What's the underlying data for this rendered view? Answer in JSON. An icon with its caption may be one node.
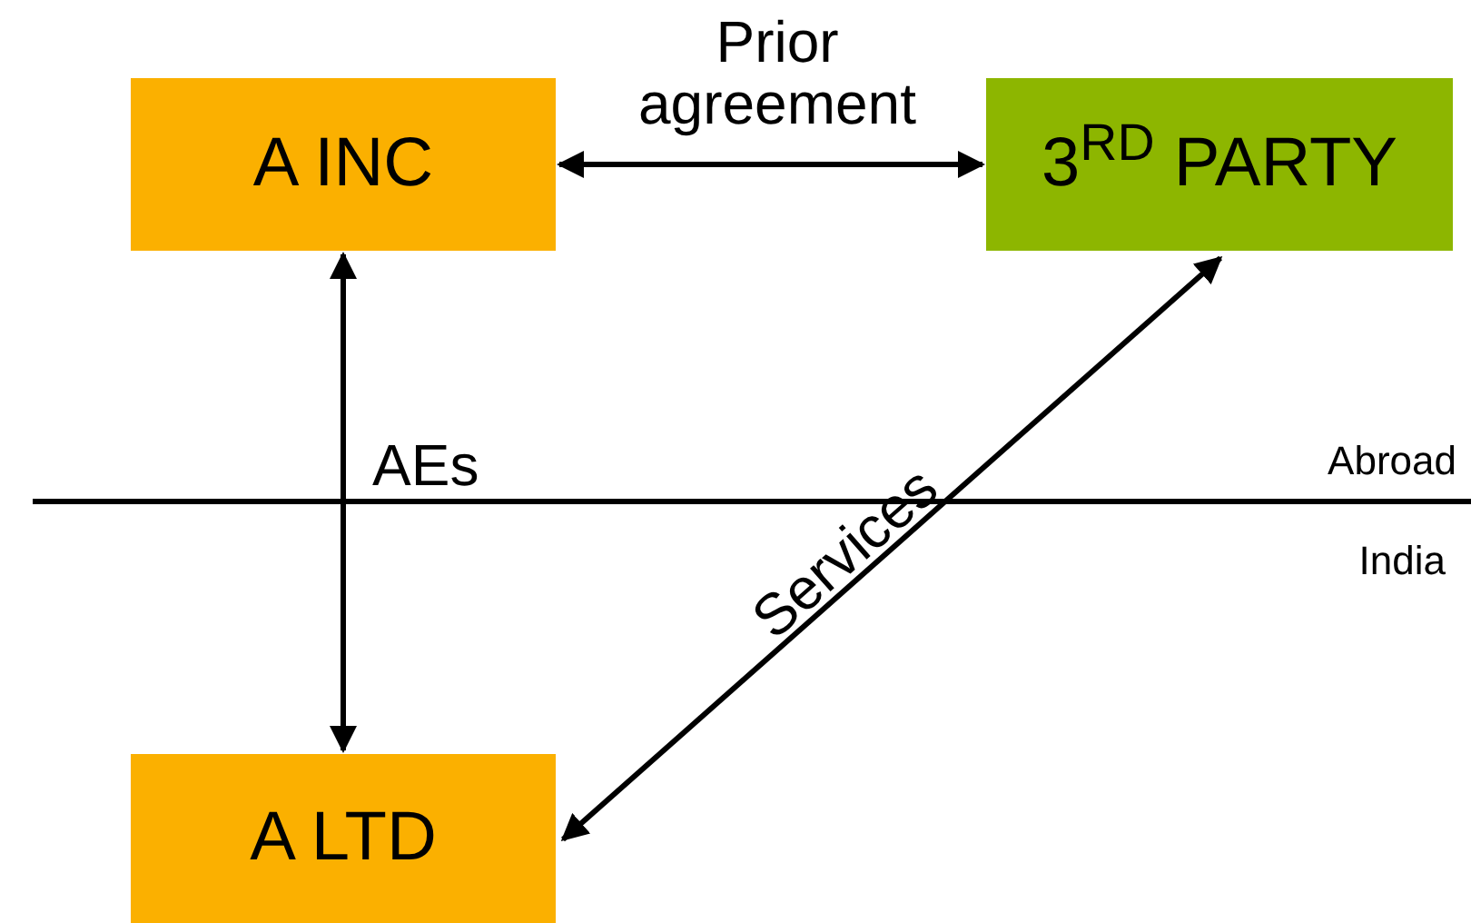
{
  "diagram": {
    "nodes": [
      {
        "text": [
          "A INC"
        ]
      },
      {
        "text": [
          "3$^{RD}$ PARTY"
        ]
      },
      {
        "text": [
          "A LTD"
        ]
      }
    ],
    "edges": [
      {
        "from": 0,
        "to": 1,
        "arrow": "both",
        "label": "Prior agreement"
      },
      {
        "from": 0,
        "to": 2,
        "arrow": "both",
        "label": "AEs"
      },
      {
        "from": 2,
        "to": 1,
        "arrow": "both",
        "label": "Services"
      }
    ],
    "labels": [
      "Abroad",
      "India"
    ]
  }
}
